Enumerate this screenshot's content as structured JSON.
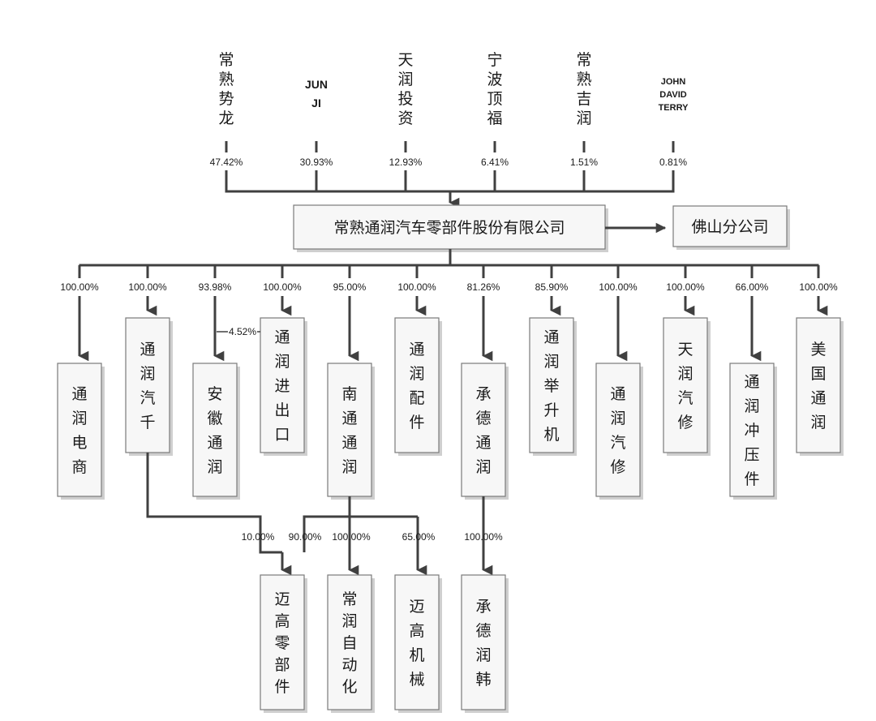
{
  "shareholders": [
    {
      "name": "常熟势龙",
      "pct": "47.42%"
    },
    {
      "name": "JUN JI",
      "pct": "30.93%"
    },
    {
      "name": "天润投资",
      "pct": "12.93%"
    },
    {
      "name": "宁波顶福",
      "pct": "6.41%"
    },
    {
      "name": "常熟吉润",
      "pct": "1.51%"
    },
    {
      "name": "JOHN DAVID TERRY",
      "pct": "0.81%"
    }
  ],
  "company": {
    "name": "常熟通润汽车零部件股份有限公司"
  },
  "branch": {
    "name": "佛山分公司"
  },
  "subsidiaries": [
    {
      "name": "通润电商",
      "pct": "100.00%"
    },
    {
      "name": "通润汽千",
      "pct": "100.00%"
    },
    {
      "name": "安徽通润",
      "pct": "93.98%"
    },
    {
      "name": "通润进出口",
      "pct": "100.00%"
    },
    {
      "name": "南通通润",
      "pct": "95.00%"
    },
    {
      "name": "通润配件",
      "pct": "100.00%"
    },
    {
      "name": "承德通润",
      "pct": "81.26%"
    },
    {
      "name": "通润举升机",
      "pct": "85.90%"
    },
    {
      "name": "通润汽修",
      "pct": "100.00%"
    },
    {
      "name": "天润汽修",
      "pct": "100.00%"
    },
    {
      "name": "通润冲压件",
      "pct": "66.00%"
    },
    {
      "name": "美国通润",
      "pct": "100.00%"
    }
  ],
  "cross_holding": {
    "pct": "4.52%"
  },
  "second_level": [
    {
      "name": "迈高零部件",
      "pcts": [
        "10.00%",
        "90.00%"
      ]
    },
    {
      "name": "常润自动化",
      "pct": "100.00%"
    },
    {
      "name": "迈高机械",
      "pct": "65.00%"
    },
    {
      "name": "承德润韩",
      "pct": "100.00%"
    }
  ],
  "colors": {
    "line": "#404040",
    "box_fill": "#f7f7f7",
    "box_border": "#7a7a7a"
  }
}
